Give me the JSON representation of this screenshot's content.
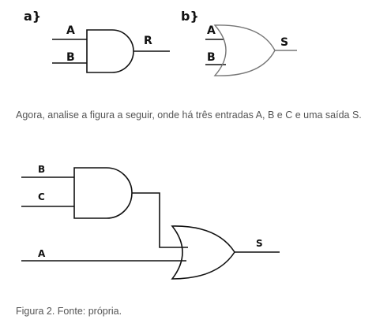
{
  "figure_top": {
    "part_a": {
      "tag": "a}",
      "input_1": "A",
      "input_2": "B",
      "output": "R"
    },
    "part_b": {
      "tag": "b}",
      "input_1": "A",
      "input_2": "B",
      "output": "S"
    }
  },
  "question_text": "Agora, analise a figura a seguir, onde há três entradas A, B e C e uma saída S.",
  "circuit": {
    "input_b": "B",
    "input_c": "C",
    "input_a": "A",
    "output": "S"
  },
  "caption": "Figura 2. Fonte: própria."
}
